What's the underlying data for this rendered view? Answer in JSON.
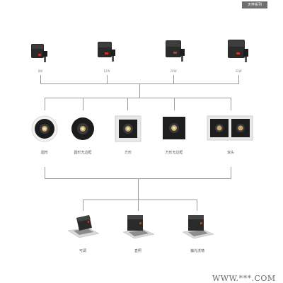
{
  "series_badge": "天梓系列",
  "drivers": [
    {
      "label": "8W"
    },
    {
      "label": "12W"
    },
    {
      "label": "20W"
    },
    {
      "label": "32W"
    }
  ],
  "shapes": [
    {
      "label": "圆形"
    },
    {
      "label": "圆形无边框"
    },
    {
      "label": "方形"
    },
    {
      "label": "方形无边框"
    },
    {
      "label": "双头"
    }
  ],
  "modules": [
    {
      "label": "可调"
    },
    {
      "label": "直照"
    },
    {
      "label": "偏光洗墙"
    }
  ],
  "watermark": "WWW.***.COM"
}
